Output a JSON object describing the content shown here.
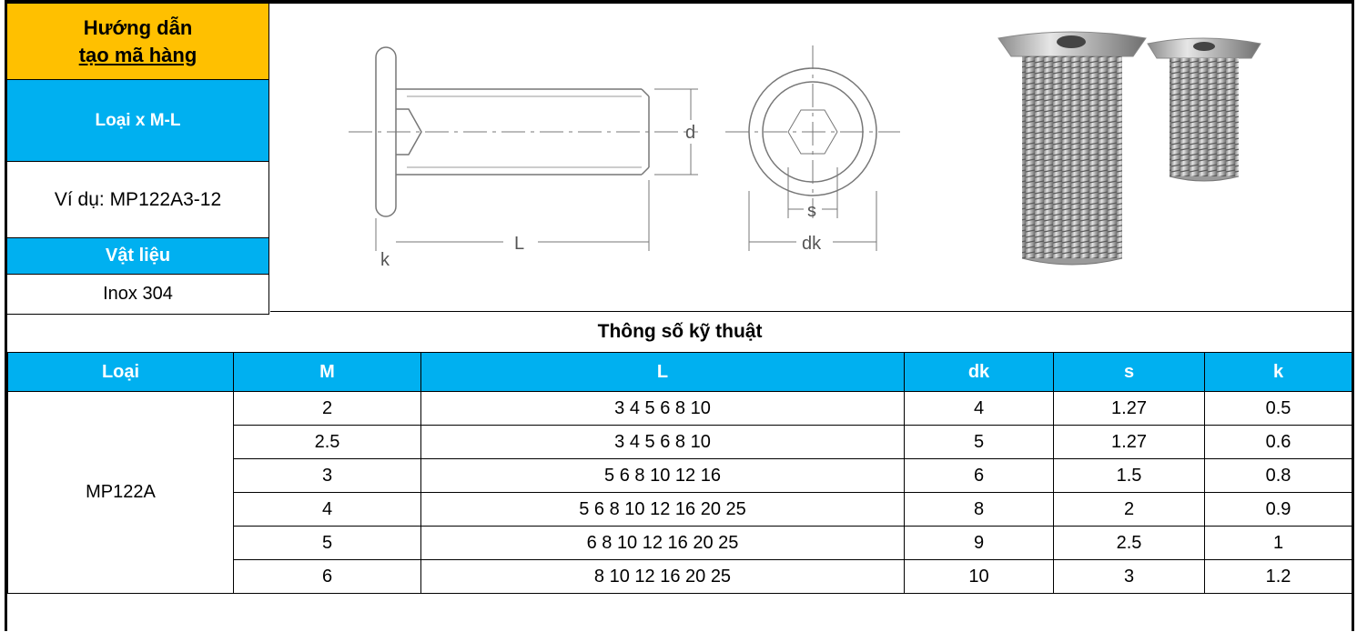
{
  "guide": {
    "title_line1": "Hướng dẫn",
    "title_line2": "tạo mã hàng",
    "code_format": "Loại x M-L",
    "example": "Ví dụ: MP122A3-12",
    "material_label": "Vật liệu",
    "material_value": "Inox 304"
  },
  "diagram": {
    "dim_d": "d",
    "dim_k": "k",
    "dim_L": "L",
    "dim_s": "s",
    "dim_dk": "dk"
  },
  "spec": {
    "title": "Thông số kỹ thuật",
    "headers": [
      "Loại",
      "M",
      "L",
      "dk",
      "s",
      "k"
    ],
    "type": "MP122A",
    "rows": [
      {
        "m": "2",
        "l": "3 4 5 6 8 10",
        "dk": "4",
        "s": "1.27",
        "k": "0.5"
      },
      {
        "m": "2.5",
        "l": "3 4 5 6 8 10",
        "dk": "5",
        "s": "1.27",
        "k": "0.6"
      },
      {
        "m": "3",
        "l": "5 6 8 10 12 16",
        "dk": "6",
        "s": "1.5",
        "k": "0.8"
      },
      {
        "m": "4",
        "l": "5 6 8 10 12 16 20 25",
        "dk": "8",
        "s": "2",
        "k": "0.9"
      },
      {
        "m": "5",
        "l": "6 8 10 12 16 20 25",
        "dk": "9",
        "s": "2.5",
        "k": "1"
      },
      {
        "m": "6",
        "l": "8 10 12 16 20 25",
        "dk": "10",
        "s": "3",
        "k": "1.2"
      }
    ]
  },
  "colors": {
    "title_bg": "#ffc000",
    "accent_bg": "#00b0f0"
  }
}
